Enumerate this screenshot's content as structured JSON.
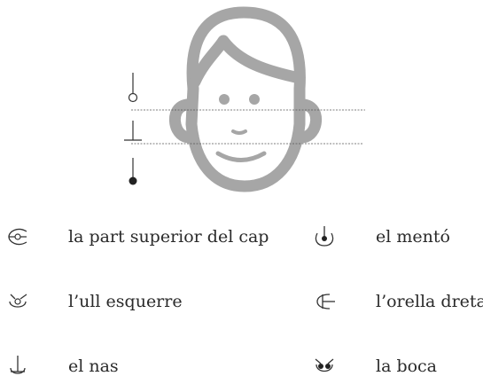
{
  "diagram": {
    "colors": {
      "face_outline": "#a6a6a6",
      "features": "#a6a6a6",
      "ink": "#333333"
    },
    "legend": {
      "left": [
        {
          "symbol": "arc-top-of-head",
          "label": "la part superior del cap"
        },
        {
          "symbol": "eye-symbol-left",
          "label": "l’ull esquerre"
        },
        {
          "symbol": "nose-symbol",
          "label": "el nas"
        }
      ],
      "right": [
        {
          "symbol": "chin-symbol",
          "label": "el mentó"
        },
        {
          "symbol": "right-ear-symbol",
          "label": "l’orella dreta"
        },
        {
          "symbol": "mouth-symbol",
          "label": "la boca"
        }
      ]
    }
  }
}
